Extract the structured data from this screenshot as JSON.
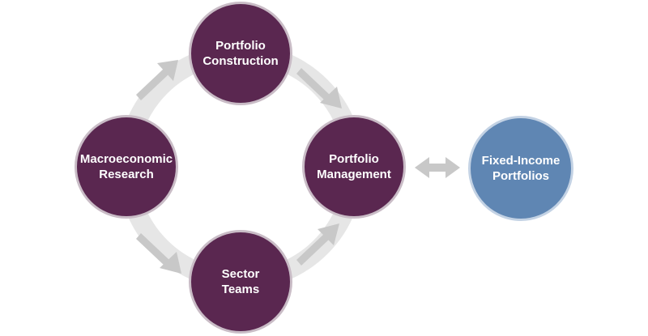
{
  "nodes": {
    "portfolio_construction": {
      "line1": "Portfolio",
      "line2": "Construction"
    },
    "macroeconomic_research": {
      "line1": "Macroeconomic",
      "line2": "Research"
    },
    "portfolio_management": {
      "line1": "Portfolio",
      "line2": "Management"
    },
    "sector_teams": {
      "line1": "Sector",
      "line2": "Teams"
    },
    "fixed_income_portfolios": {
      "line1": "Fixed-Income",
      "line2": "Portfolios"
    }
  },
  "colors": {
    "node_fill": "#5a2750",
    "node_border": "#c9bcc6",
    "output_fill": "#5f86b3",
    "output_border": "#c3d2e4",
    "ring": "#e6e6e6",
    "arrow": "#c8c8c8"
  }
}
